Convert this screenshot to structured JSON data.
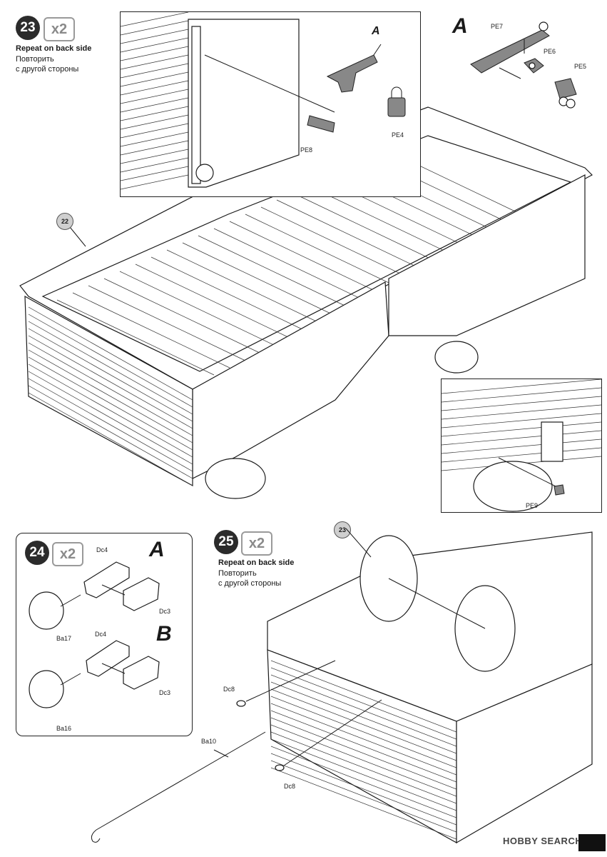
{
  "step23": {
    "number": "23",
    "multiplier": "x2",
    "note_en": "Repeat on back side",
    "note_ru_line1": "Повторить",
    "note_ru_line2": "с другой стороны",
    "callout": "22",
    "variant_label_main": "A",
    "variant_label_inset": "A",
    "parts": {
      "pe7": "PE7",
      "pe6": "PE6",
      "pe5": "PE5",
      "pe4": "PE4",
      "pe8": "PE8",
      "pe9": "PE9"
    }
  },
  "step24": {
    "number": "24",
    "multiplier": "x2",
    "variant_a": "A",
    "variant_b": "B",
    "parts": {
      "dc4_a": "Dc4",
      "dc3_a": "Dc3",
      "ba17": "Ba17",
      "dc4_b": "Dc4",
      "dc3_b": "Dc3",
      "ba16": "Ba16"
    }
  },
  "step25": {
    "number": "25",
    "multiplier": "x2",
    "note_en": "Repeat on back side",
    "note_ru_line1": "Повторить",
    "note_ru_line2": "с другой стороны",
    "callout": "23",
    "parts": {
      "dc8_top": "Dc8",
      "dc8_bottom": "Dc8",
      "ba10": "Ba10"
    }
  },
  "footer": {
    "watermark": "HOBBY SEARCH"
  },
  "colors": {
    "step_badge": "#2b2b2b",
    "multiplier_border": "#9a9a9a",
    "photo_etch": "#888888"
  }
}
